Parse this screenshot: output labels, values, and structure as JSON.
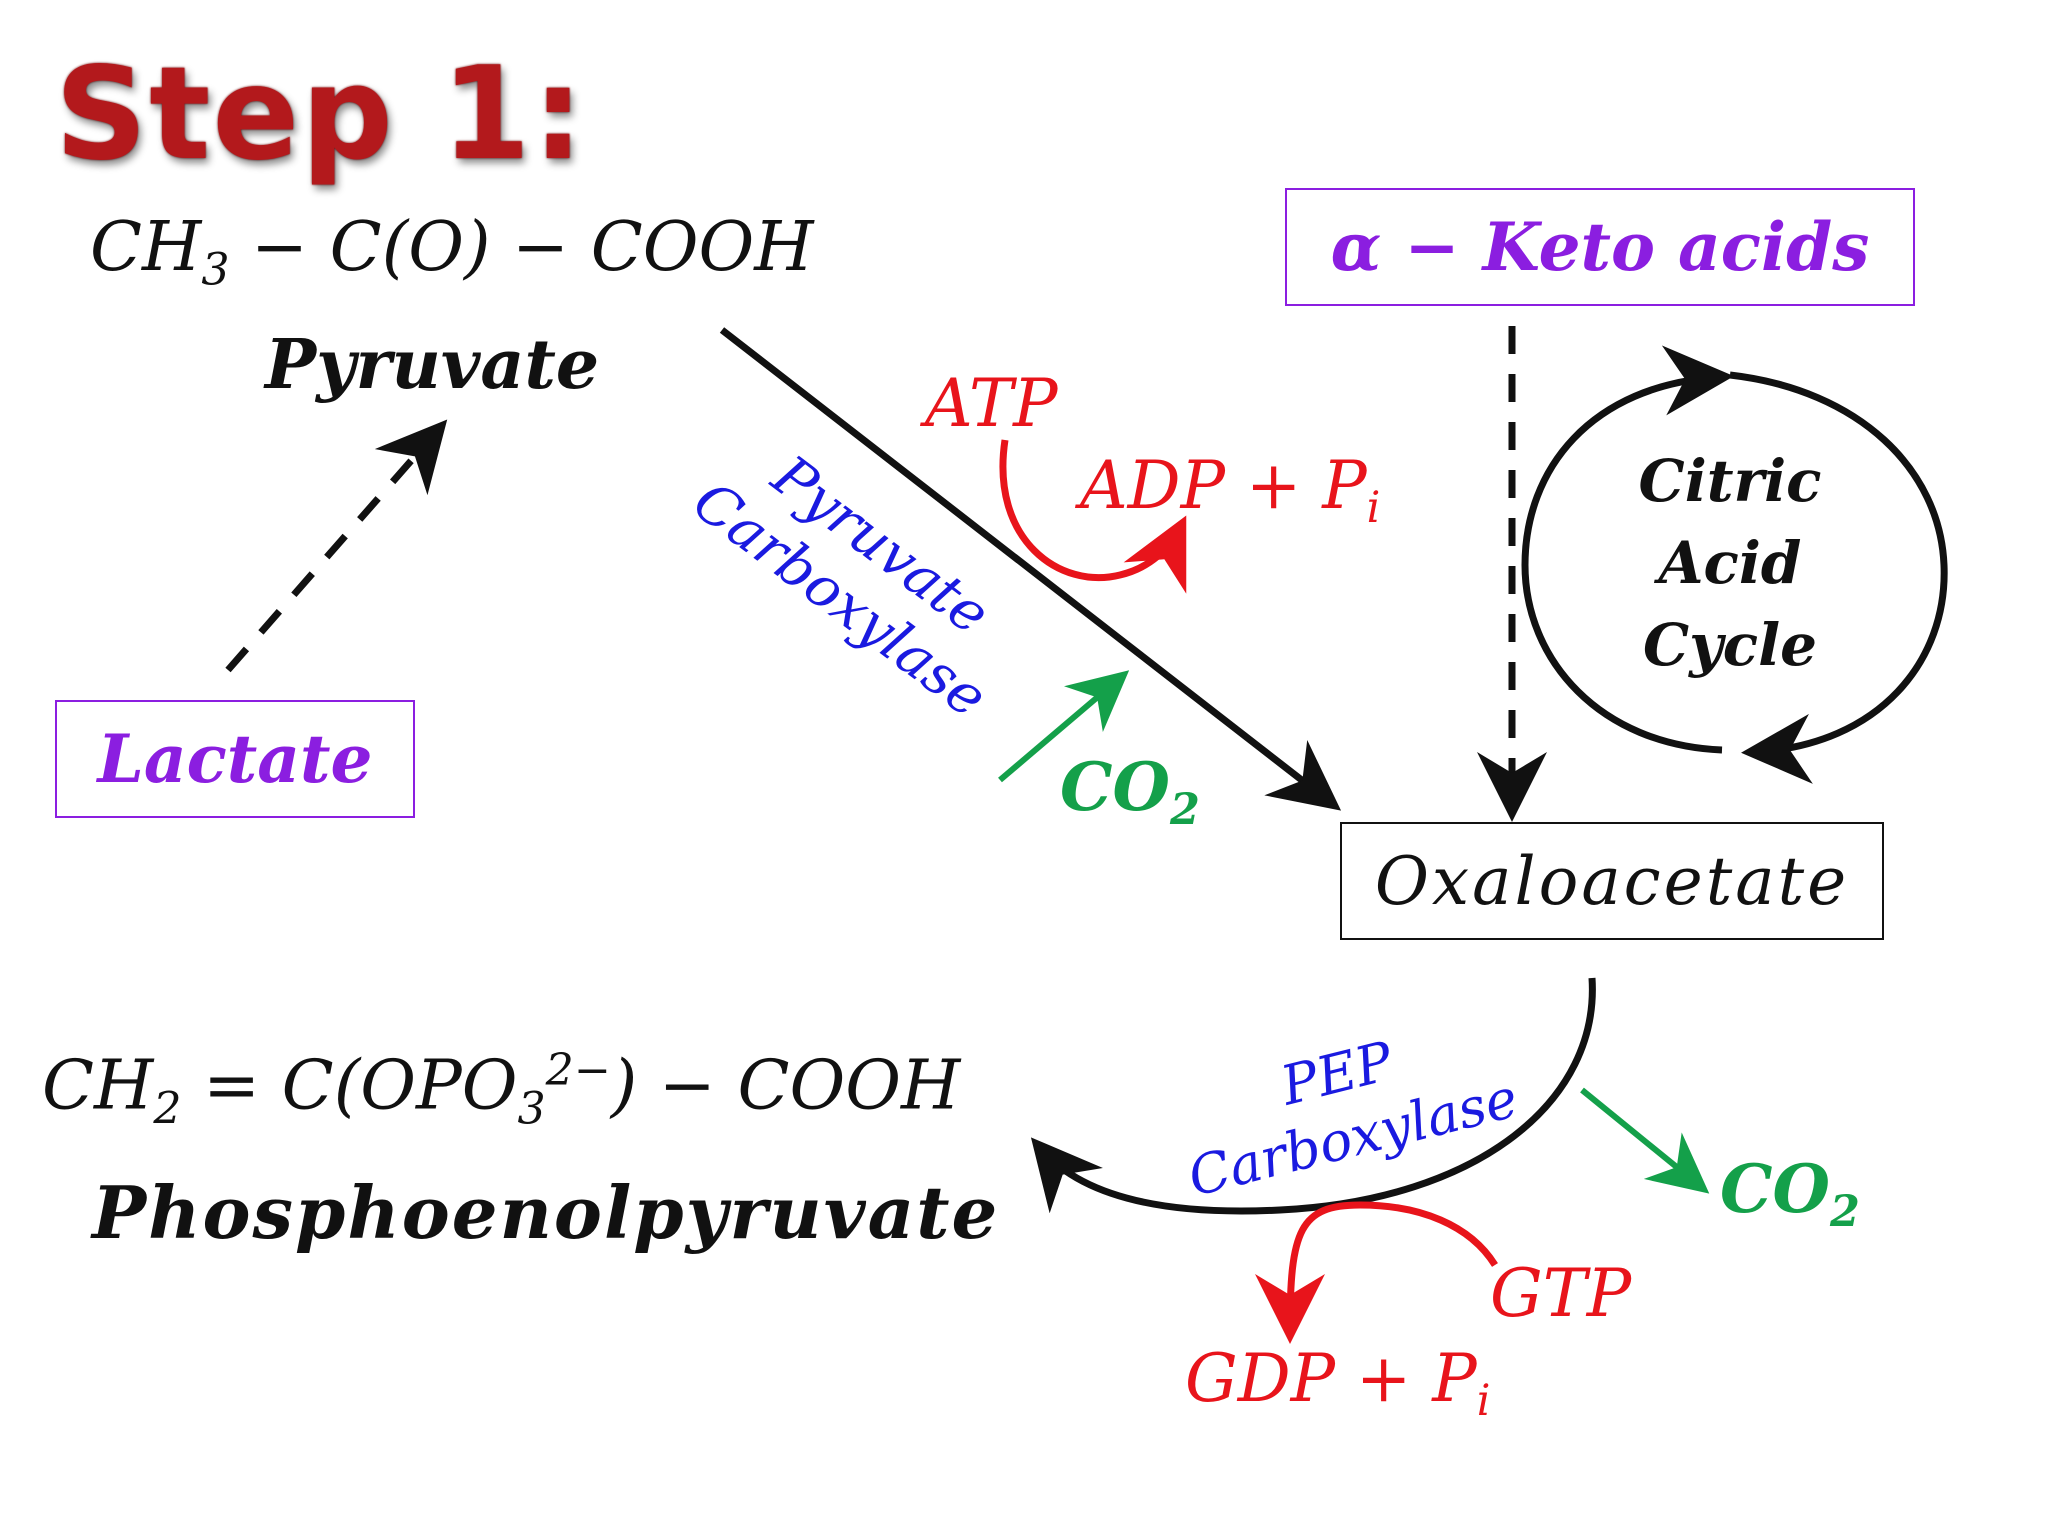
{
  "title": "Step 1:",
  "pyruvate": {
    "formula_a": "CH",
    "formula_a_sub": "3",
    "formula_b": " − C(O) − COOH",
    "name": "Pyruvate"
  },
  "lactate": {
    "label": "Lactate"
  },
  "keto_acids": {
    "label": "α − Keto acids"
  },
  "citric_acid_cycle": {
    "line1": "Citric",
    "line2": "Acid",
    "line3": "Cycle"
  },
  "oxaloacetate": {
    "label": "Oxaloacetate"
  },
  "pyruvate_carboxylase": {
    "line1": "Pyruvate",
    "line2": "Carboxylase"
  },
  "atp": {
    "label": "ATP"
  },
  "adp": {
    "label": "ADP + P",
    "sub": "i"
  },
  "co2_in": {
    "label": "CO",
    "sub": "2"
  },
  "pep_carboxylase": {
    "line1": "PEP",
    "line2": "Carboxylase"
  },
  "co2_out": {
    "label": "CO",
    "sub": "2"
  },
  "gtp": {
    "label": "GTP"
  },
  "gdp": {
    "label": "GDP + P",
    "sub": "i"
  },
  "pep": {
    "formula_a": "CH",
    "formula_a_sub": "2",
    "formula_b": " = C(OPO",
    "formula_b_sub": "3",
    "formula_b_sup": "2−",
    "formula_c": ") − COOH",
    "name": "Phosphoenolpyruvate"
  },
  "colors": {
    "title": "#b3191c",
    "purple": "#8b1ee0",
    "red": "#e8141b",
    "green": "#14a04a",
    "blue": "#1a1ae0",
    "black": "#111111"
  }
}
